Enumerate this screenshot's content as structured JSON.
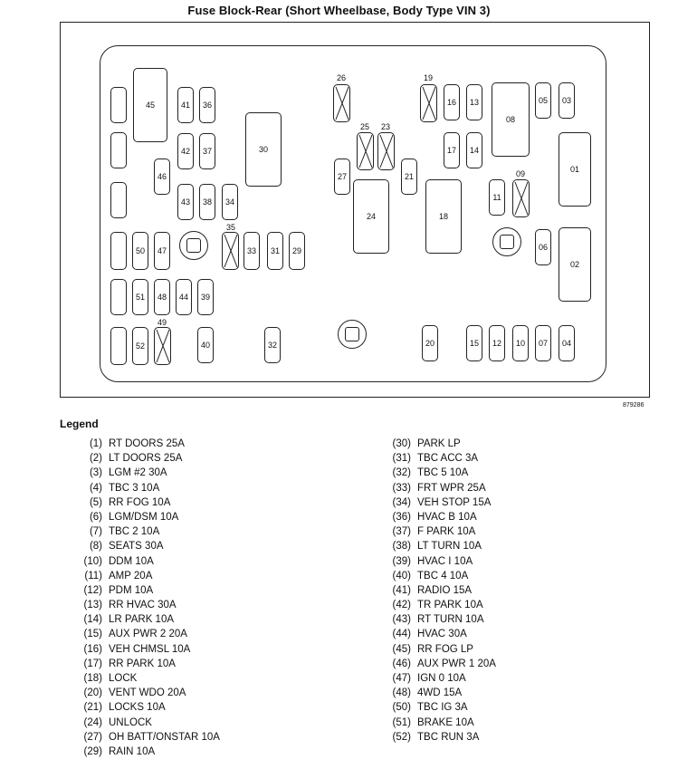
{
  "title": "Fuse Block-Rear (Short Wheelbase, Body Type VIN 3)",
  "figure_ref": "879286",
  "legend_title": "Legend",
  "fuses": {
    "45": "45",
    "41": "41",
    "36": "36",
    "30": "30",
    "42": "42",
    "37": "37",
    "46": "46",
    "43": "43",
    "38": "38",
    "34": "34",
    "35": "35",
    "33": "33",
    "31": "31",
    "29": "29",
    "50": "50",
    "47": "47",
    "51": "51",
    "48": "48",
    "44": "44",
    "39": "39",
    "49": "49",
    "52": "52",
    "40": "40",
    "32": "32",
    "26": "26",
    "25": "25",
    "23": "23",
    "27": "27",
    "24": "24",
    "21": "21",
    "19": "19",
    "16": "16",
    "13": "13",
    "17": "17",
    "14": "14",
    "18": "18",
    "08": "08",
    "05": "05",
    "03": "03",
    "01": "01",
    "11": "11",
    "09": "09",
    "06": "06",
    "02": "02",
    "20": "20",
    "15": "15",
    "12": "12",
    "10": "10",
    "07": "07",
    "04": "04"
  },
  "legend_left": [
    {
      "num": "(1)",
      "text": "RT DOORS 25A"
    },
    {
      "num": "(2)",
      "text": "LT DOORS 25A"
    },
    {
      "num": "(3)",
      "text": "LGM #2 30A"
    },
    {
      "num": "(4)",
      "text": "TBC 3 10A"
    },
    {
      "num": "(5)",
      "text": "RR FOG 10A"
    },
    {
      "num": "(6)",
      "text": "LGM/DSM 10A"
    },
    {
      "num": "(7)",
      "text": "TBC 2 10A"
    },
    {
      "num": "(8)",
      "text": "SEATS 30A"
    },
    {
      "num": "(10)",
      "text": "DDM 10A"
    },
    {
      "num": "(11)",
      "text": "AMP 20A"
    },
    {
      "num": "(12)",
      "text": "PDM 10A"
    },
    {
      "num": "(13)",
      "text": "RR HVAC 30A"
    },
    {
      "num": "(14)",
      "text": "LR PARK 10A"
    },
    {
      "num": "(15)",
      "text": "AUX PWR 2 20A"
    },
    {
      "num": "(16)",
      "text": "VEH CHMSL 10A"
    },
    {
      "num": "(17)",
      "text": "RR PARK 10A"
    },
    {
      "num": "(18)",
      "text": "LOCK"
    },
    {
      "num": "(20)",
      "text": "VENT WDO 20A"
    },
    {
      "num": "(21)",
      "text": "LOCKS 10A"
    },
    {
      "num": "(24)",
      "text": "UNLOCK"
    },
    {
      "num": "(27)",
      "text": "OH BATT/ONSTAR 10A"
    },
    {
      "num": "(29)",
      "text": "RAIN 10A"
    }
  ],
  "legend_right": [
    {
      "num": "(30)",
      "text": "PARK LP"
    },
    {
      "num": "(31)",
      "text": "TBC ACC 3A"
    },
    {
      "num": "(32)",
      "text": "TBC 5 10A"
    },
    {
      "num": "(33)",
      "text": "FRT WPR 25A"
    },
    {
      "num": "(34)",
      "text": "VEH STOP 15A"
    },
    {
      "num": "(36)",
      "text": "HVAC B 10A"
    },
    {
      "num": "(37)",
      "text": "F PARK 10A"
    },
    {
      "num": "(38)",
      "text": "LT TURN 10A"
    },
    {
      "num": "(39)",
      "text": "HVAC I 10A"
    },
    {
      "num": "(40)",
      "text": "TBC 4 10A"
    },
    {
      "num": "(41)",
      "text": "RADIO 15A"
    },
    {
      "num": "(42)",
      "text": "TR PARK 10A"
    },
    {
      "num": "(43)",
      "text": "RT TURN 10A"
    },
    {
      "num": "(44)",
      "text": "HVAC 30A"
    },
    {
      "num": "(45)",
      "text": "RR FOG LP"
    },
    {
      "num": "(46)",
      "text": "AUX PWR 1 20A"
    },
    {
      "num": "(47)",
      "text": "IGN 0 10A"
    },
    {
      "num": "(48)",
      "text": "4WD 15A"
    },
    {
      "num": "(50)",
      "text": "TBC IG 3A"
    },
    {
      "num": "(51)",
      "text": "BRAKE 10A"
    },
    {
      "num": "(52)",
      "text": "TBC RUN 3A"
    }
  ]
}
